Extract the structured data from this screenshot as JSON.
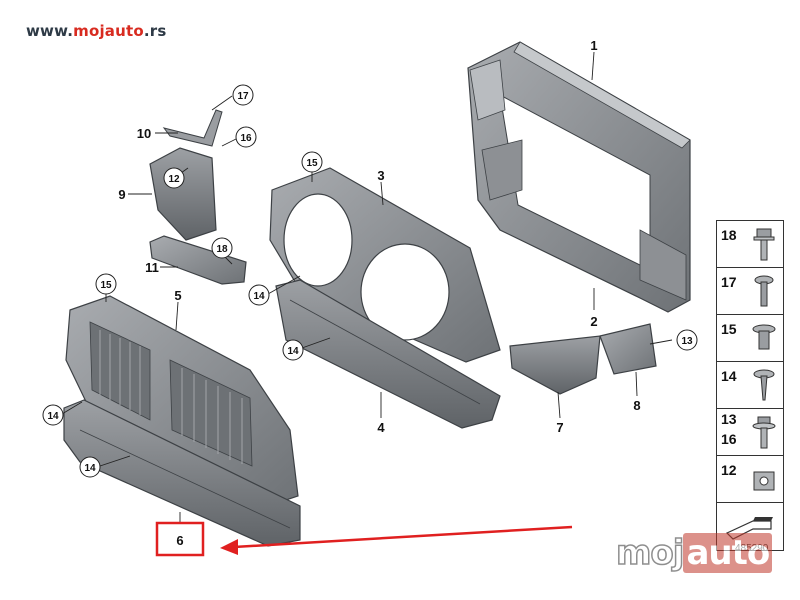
{
  "header": {
    "site_prefix": "www.",
    "site_brand": "mojauto",
    "site_suffix": ".rs"
  },
  "callouts": {
    "c1": "1",
    "c2": "2",
    "c3": "3",
    "c4": "4",
    "c5": "5",
    "c6": "6",
    "c7": "7",
    "c8": "8",
    "c9": "9",
    "c10": "10",
    "c11": "11",
    "c12": "12",
    "c13": "13",
    "c14a": "14",
    "c14b": "14",
    "c14c": "14",
    "c14d": "14",
    "c15a": "15",
    "c15b": "15",
    "c16": "16",
    "c17": "17",
    "c18": "18"
  },
  "legend": {
    "items": [
      "18",
      "17",
      "15",
      "14",
      "13",
      "16",
      "12"
    ]
  },
  "reference_code": "485290",
  "watermark": {
    "left": "moj",
    "right": "auto"
  },
  "colors": {
    "highlight_red": "#e02020",
    "brand_red": "#d82b20",
    "part_gray": "#8c8f93",
    "part_dark": "#55595e"
  }
}
